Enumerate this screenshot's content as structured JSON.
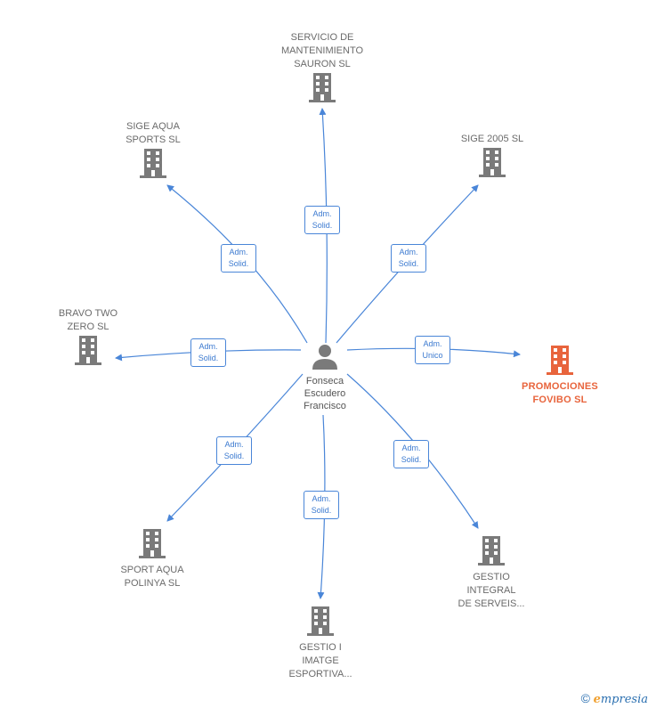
{
  "colors": {
    "edge": "#4a86d8",
    "building": "#7a7a7a",
    "highlight": "#e8643c"
  },
  "center": {
    "label": "Fonseca\nEscudero\nFrancisco",
    "icon": "person-icon"
  },
  "companies": [
    {
      "label": "SERVICIO DE\nMANTENIMIENTO\nSAURON  SL",
      "icon": "building-icon"
    },
    {
      "label": "SIGE AQUA\nSPORTS SL",
      "icon": "building-icon"
    },
    {
      "label": "SIGE 2005 SL",
      "icon": "building-icon"
    },
    {
      "label": "BRAVO TWO\nZERO  SL",
      "icon": "building-icon"
    },
    {
      "label": "PROMOCIONES\nFOVIBO  SL",
      "icon": "building-icon",
      "highlight": true
    },
    {
      "label": "SPORT AQUA\nPOLINYA SL",
      "icon": "building-icon"
    },
    {
      "label": "GESTIO\nINTEGRAL\nDE SERVEIS...",
      "icon": "building-icon"
    },
    {
      "label": "GESTIO I\nIMATGE\nESPORTIVA...",
      "icon": "building-icon"
    }
  ],
  "relations": [
    "Adm.\nSolid.",
    "Adm.\nSolid.",
    "Adm.\nSolid.",
    "Adm.\nSolid.",
    "Adm.\nUnico",
    "Adm.\nSolid.",
    "Adm.\nSolid.",
    "Adm.\nSolid."
  ],
  "footer": {
    "copyright": "©",
    "brand_first": "e",
    "brand_rest": "mpresia"
  }
}
